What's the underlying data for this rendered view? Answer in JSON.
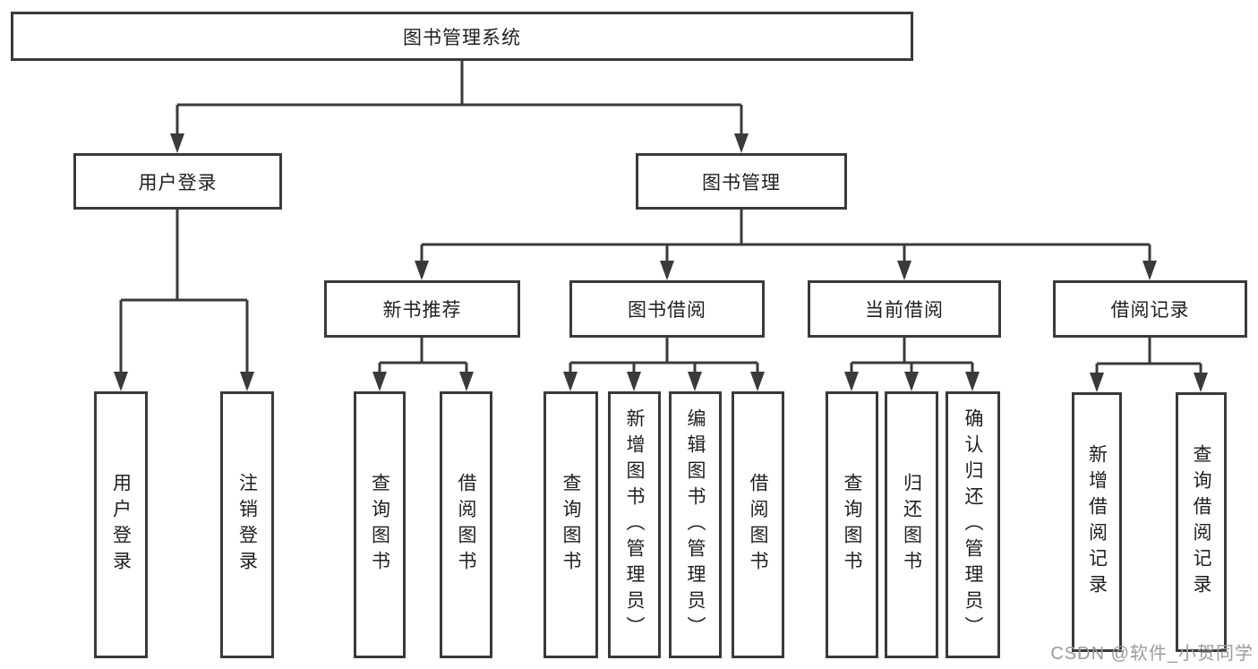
{
  "diagram": {
    "root": {
      "label": "图书管理系统"
    },
    "level2": [
      {
        "label": "用户登录"
      },
      {
        "label": "图书管理"
      }
    ],
    "level3": [
      {
        "label": "新书推荐"
      },
      {
        "label": "图书借阅"
      },
      {
        "label": "当前借阅"
      },
      {
        "label": "借阅记录"
      }
    ],
    "leaves": [
      {
        "label": "用户登录"
      },
      {
        "label": "注销登录"
      },
      {
        "label": "查询图书"
      },
      {
        "label": "借阅图书"
      },
      {
        "label": "查询图书"
      },
      {
        "label": "新增图书（管理员）"
      },
      {
        "label": "编辑图书（管理员）"
      },
      {
        "label": "借阅图书"
      },
      {
        "label": "查询图书"
      },
      {
        "label": "归还图书"
      },
      {
        "label": "确认归还（管理员）"
      },
      {
        "label": "新增借阅记录"
      },
      {
        "label": "查询借阅记录"
      }
    ]
  },
  "watermark": {
    "text": "CSDN @软件_小贺同学"
  },
  "colors": {
    "line": "#3a3a3a",
    "box_border": "#3a3a3a",
    "text": "#1f1f1f",
    "watermark": "#9b9b9b",
    "background": "#ffffff"
  }
}
